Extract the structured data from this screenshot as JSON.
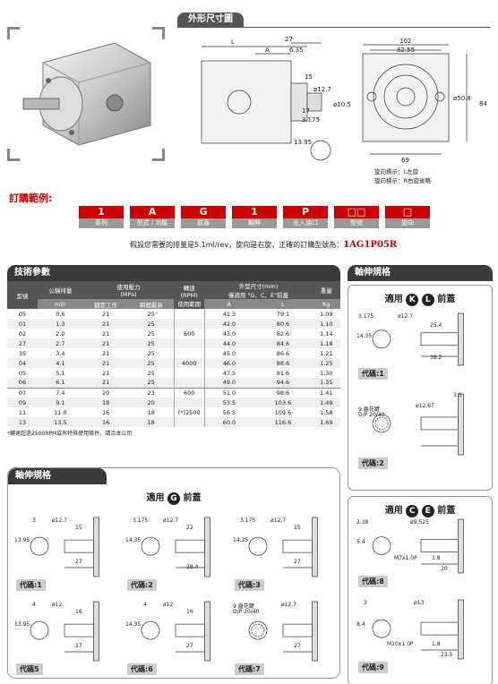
{
  "outline_title": "外形尺寸圖",
  "outline_dims": {
    "L": "L",
    "A": "A",
    "d27": "27",
    "d635": "6.35",
    "d15": "15",
    "d12": "ø12.7",
    "d17": "17",
    "d3175": "3.175",
    "d1395": "13.95",
    "d102": "102",
    "d8255": "82.55",
    "d105": "ø10.5",
    "d69": "69",
    "d50": "ø50.8",
    "d84": "84",
    "rot1": "旋向標示：",
    "rot1b": "L左旋",
    "rot2": "旋向標示：R右旋省略"
  },
  "order_title": "訂購範例:",
  "order_codes": [
    {
      "code": "1",
      "label": "系列"
    },
    {
      "code": "A",
      "label": "型式 / 功能"
    },
    {
      "code": "G",
      "label": "前蓋"
    },
    {
      "code": "1",
      "label": "軸伸"
    },
    {
      "code": "P",
      "label": "出入油口"
    },
    {
      "code": "□□",
      "label": "型號"
    },
    {
      "code": "□",
      "label": "旋向"
    }
  ],
  "order_note": "假設您需要的排量是5.1ml/rev，旋向是右旋，正確的訂購型號為：",
  "order_example": "1AG1P05R",
  "spec_title": "技術參數",
  "spec_headers": {
    "model": "型號",
    "disp": "公稱排量",
    "press": "使用壓力",
    "press_unit": "(MPa)",
    "rpm": "轉速",
    "rpm_unit": "(RPM)",
    "rpm_range": "使用範圍",
    "outline": "外型尺寸(mm)",
    "outline_note": "僅適用 \"G、C、E\"前蓋",
    "weight": "重量",
    "disp_unit": "ml/r",
    "rated": "額定工作",
    "max": "瞬間最高",
    "A": "A",
    "L": "L",
    "kg": "Kg"
  },
  "spec_rows": [
    [
      "05",
      "0.6",
      "21",
      "25",
      "41.3",
      "79.1",
      "1.09"
    ],
    [
      "01",
      "1.3",
      "21",
      "25",
      "42.0",
      "80.6",
      "1.10"
    ],
    [
      "02",
      "2.0",
      "21",
      "25",
      "43.0",
      "82.6",
      "1.14"
    ],
    [
      "27",
      "2.7",
      "21",
      "25",
      "44.0",
      "84.6",
      "1.18"
    ],
    [
      "35",
      "3.4",
      "21",
      "25",
      "45.0",
      "86.6",
      "1.21"
    ],
    [
      "04",
      "4.1",
      "21",
      "25",
      "46.0",
      "88.6",
      "1.25"
    ],
    [
      "05",
      "5.1",
      "21",
      "25",
      "47.5",
      "91.6",
      "1.30"
    ],
    [
      "06",
      "6.1",
      "21",
      "25",
      "49.0",
      "94.6",
      "1.35"
    ],
    [
      "07",
      "7.4",
      "20",
      "23",
      "51.0",
      "98.6",
      "1.41"
    ],
    [
      "09",
      "9.1",
      "18",
      "20",
      "53.5",
      "103.6",
      "1.49"
    ],
    [
      "11",
      "11.0",
      "16",
      "18",
      "56.5",
      "109.6",
      "1.58"
    ],
    [
      "13",
      "13.5",
      "16",
      "18",
      "60.0",
      "116.6",
      "1.69"
    ]
  ],
  "rpm_values": {
    "a": "600",
    "b": "4000",
    "c": "600",
    "d": "(*)2500"
  },
  "spec_footnote": "*轉速超過2500RPM或有特殊使用條件，請洽本公司",
  "shaft_title_left": "軸伸規格",
  "shaft_title_right": "軸伸規格",
  "kl_panel": {
    "prefix": "適用",
    "k": "K",
    "l": "L",
    "suffix": "前蓋"
  },
  "g_panel": {
    "prefix": "適用",
    "g": "G",
    "suffix": "前蓋"
  },
  "ce_panel": {
    "prefix": "適用",
    "c": "C",
    "e": "E",
    "suffix": "前蓋"
  },
  "codes": {
    "c1": "代碼:1",
    "c2": "代碼:2",
    "c3": "代碼:3",
    "c5": "代碼5",
    "c6": "代碼:6",
    "c7": "代碼:7",
    "c8": "代碼:8",
    "c9": "代碼:9"
  },
  "dims": {
    "g1a": "3",
    "g1b": "13.95",
    "g1c": "ø12.7",
    "g1d": "15",
    "g1e": "27",
    "g2a": "3.175",
    "g2b": "14.35",
    "g2c": "ø12.7",
    "g2d": "22",
    "g2e": "38.4",
    "g3a": "3.175",
    "g3b": "14.35",
    "g3c": "ø12.7",
    "g3d": "15",
    "g3e": "27",
    "g5a": "4",
    "g5b": "13.95",
    "g5c": "ø12",
    "g5d": "16",
    "g5e": "27",
    "g6a": "4",
    "g6b": "14.35",
    "g6c": "ø12",
    "g6d": "16",
    "g6e": "27",
    "g7a": "9 齒花鍵",
    "g7b": "D/P 20/40",
    "g7c": "ø12.7",
    "g7d": "27",
    "k1a": "3.175",
    "k1b": "14.35",
    "k1c": "ø12.7",
    "k1d": "25.4",
    "k1e": "38.2",
    "k2a": "9 齒花鍵",
    "k2b": "D/P 20/40",
    "k2c": "ø12.67",
    "k2d": "3.5",
    "e8a": "2.38",
    "e8b": "5.4",
    "e8c": "ø9.525",
    "e8d": "M7x1.0P",
    "e8e": "1.8",
    "e8f": "20",
    "e9a": "3",
    "e9b": "8.4",
    "e9c": "ø13",
    "e9d": "M10x1.0P",
    "e9e": "1.8",
    "e9f": "23.5"
  }
}
